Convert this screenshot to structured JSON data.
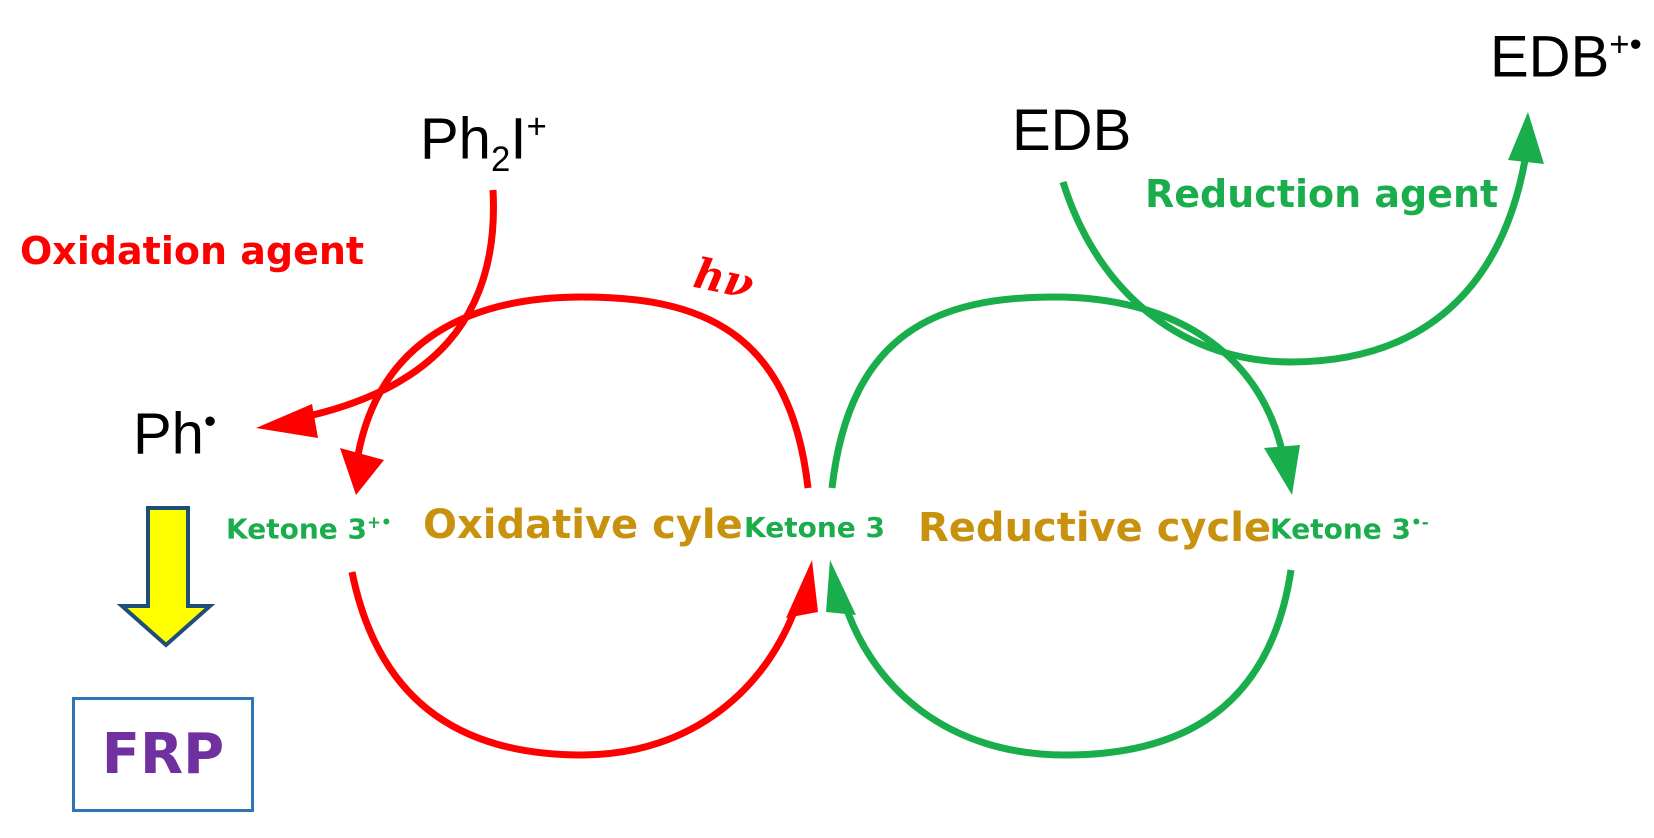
{
  "species": {
    "ph2i_base": "Ph",
    "ph2i_sub": "2",
    "ph2i_tail": "I",
    "ph2i_sup": "+",
    "ph_radical_base": "Ph",
    "ph_radical_sup": "•",
    "edb": "EDB",
    "edb_cation_base": "EDB",
    "edb_cation_sup": "+•"
  },
  "agents": {
    "oxidation": "Oxidation agent",
    "reduction": "Reduction agent",
    "light": "hν"
  },
  "ketones": {
    "radical_cation_base": "Ketone 3",
    "radical_cation_sup": "+•",
    "neutral": "Ketone 3",
    "radical_anion_base": "Ketone 3",
    "radical_anion_sup": "•-"
  },
  "cycles": {
    "oxidative": "Oxidative cyle",
    "reductive": "Reductive cycle"
  },
  "product": {
    "label": "FRP"
  },
  "colors": {
    "oxidative_arrows": "#ff0000",
    "reductive_arrows": "#1aad4b",
    "cycle_text": "#c8920f",
    "frp_text": "#7030a0",
    "frp_border": "#2e75b6",
    "down_arrow_fill": "#ffff00",
    "down_arrow_stroke": "#1f4e79"
  }
}
